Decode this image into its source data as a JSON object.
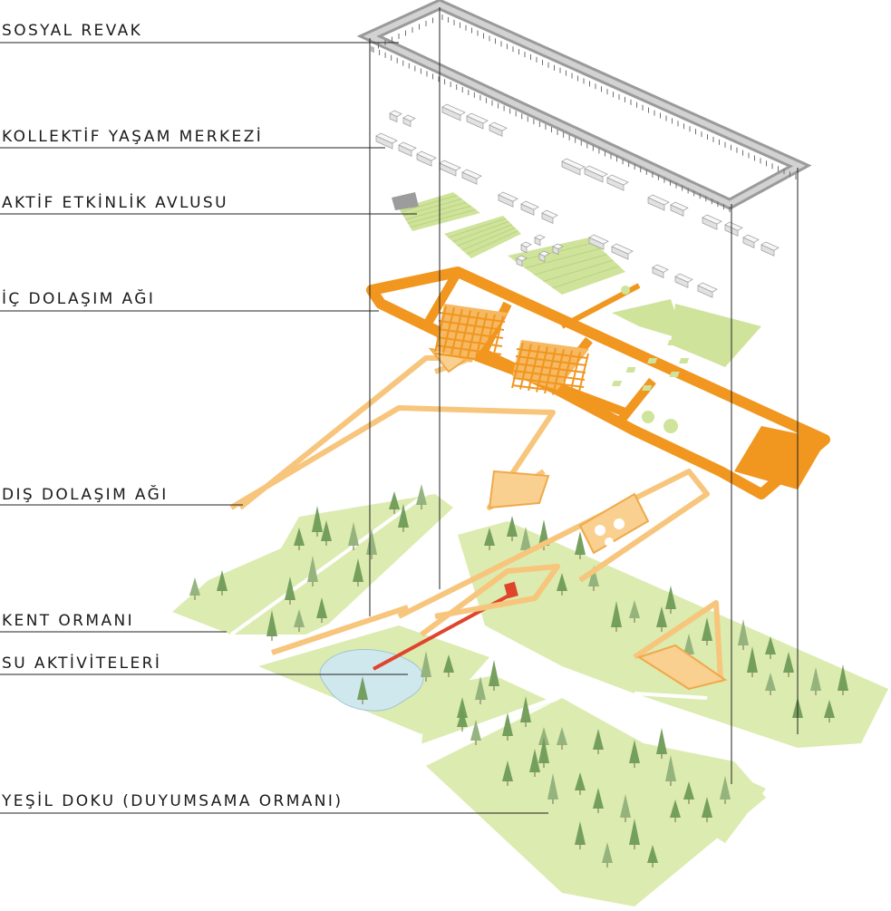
{
  "layers": [
    {
      "id": "sosyal-revak",
      "label": "SOSYAL REVAK"
    },
    {
      "id": "kollektif-yasam-merkezi",
      "label": "KOLLEKTİF YAŞAM MERKEZİ"
    },
    {
      "id": "aktif-etkinlik-avlusu",
      "label": "AKTİF ETKİNLİK AVLUSU"
    },
    {
      "id": "ic-dolasim-agi",
      "label": "İÇ DOLAŞIM AĞI"
    },
    {
      "id": "dis-dolasim-agi",
      "label": "DIŞ DOLAŞIM AĞI"
    },
    {
      "id": "kent-ormani",
      "label": "KENT ORMANI"
    },
    {
      "id": "su-aktiviteleri",
      "label": "SU AKTİVİTELERİ"
    },
    {
      "id": "yesil-doku",
      "label": "YEŞİL DOKU (DUYUMSAMA ORMANI)"
    }
  ],
  "colors": {
    "colonnade": "#bdbdbd",
    "building": "#f0f0f0",
    "field_green": "#cfe39b",
    "orange_network": "#f1961f",
    "orange_light": "#f7c57b",
    "park_green": "#dcebb0",
    "tree": "#6f9b57",
    "water": "#cfe8ee",
    "red_link": "#e0442b",
    "leader_line": "#222222"
  }
}
